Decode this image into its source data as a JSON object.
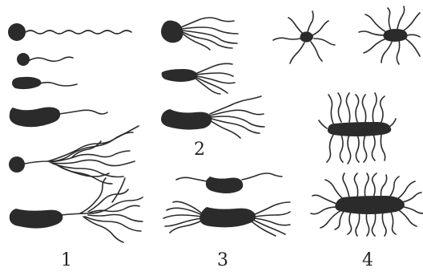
{
  "figure": {
    "labels": {
      "group1": "1",
      "group2": "2",
      "group3": "3",
      "group4": "4"
    },
    "colors": {
      "ink": "#2b2b2b",
      "background": "#ffffff"
    }
  }
}
